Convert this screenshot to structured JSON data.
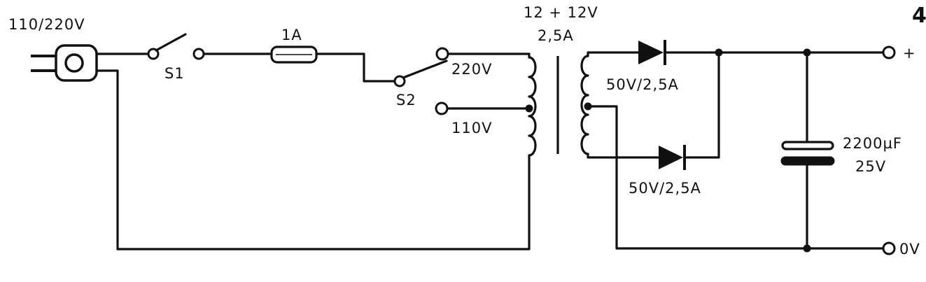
{
  "figure_number": "4",
  "labels": {
    "mains": "110/220V",
    "switch1": "S1",
    "fuse": "1A",
    "switch2": "S2",
    "tap_220": "220V",
    "tap_110": "110V",
    "transformer_line1": "12 + 12V",
    "transformer_line2": "2,5A",
    "diode_top": "50V/2,5A",
    "diode_bottom": "50V/2,5A",
    "capacitor_line1": "2200µF",
    "capacitor_line2": "25V",
    "output_positive": "+",
    "output_zero": "0V"
  }
}
